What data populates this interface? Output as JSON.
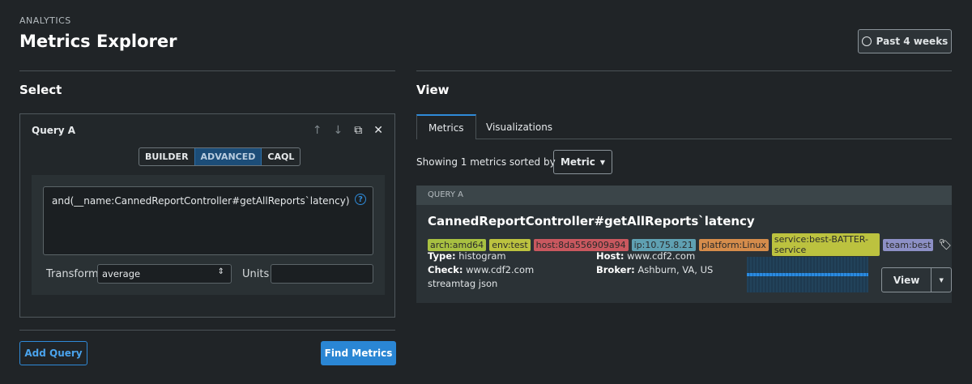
{
  "header": {
    "eyebrow": "ANALYTICS",
    "title": "Metrics Explorer",
    "time_range": "Past 4 weeks"
  },
  "select": {
    "heading": "Select",
    "query": {
      "title": "Query A",
      "modes": [
        "BUILDER",
        "ADVANCED",
        "CAQL"
      ],
      "active_mode": "ADVANCED",
      "query_text": "and(__name:CannedReportController#getAllReports`latency)",
      "transform_label": "Transform",
      "transform_value": "average",
      "units_label": "Units",
      "units_value": ""
    },
    "add_query": "Add Query",
    "find_metrics": "Find Metrics"
  },
  "view": {
    "heading": "View",
    "tabs": [
      "Metrics",
      "Visualizations"
    ],
    "active_tab": "Metrics",
    "showing": "Showing 1 metrics sorted by",
    "sort_value": "Metric",
    "group": "QUERY A",
    "metric": {
      "name": "CannedReportController#getAllReports`latency",
      "tags": [
        {
          "text": "arch:amd64",
          "color": "#a8c041"
        },
        {
          "text": "env:test",
          "color": "#bcc23f"
        },
        {
          "text": "host:8da556909a94",
          "color": "#c9585f"
        },
        {
          "text": "ip:10.75.8.21",
          "color": "#5fa0b2"
        },
        {
          "text": "platform:Linux",
          "color": "#d58c4b"
        },
        {
          "text": "service:best-BATTER-service",
          "color": "#bcc23f"
        },
        {
          "text": "team:best",
          "color": "#8d90c6"
        }
      ],
      "type_label": "Type:",
      "type": "histogram",
      "check_label": "Check:",
      "check": "www.cdf2.com streamtag json",
      "host_label": "Host:",
      "host": "www.cdf2.com",
      "broker_label": "Broker:",
      "broker": "Ashburn, VA, US",
      "view_button": "View"
    }
  },
  "colors": {
    "accent": "#2a86d4",
    "background": "#202427"
  }
}
